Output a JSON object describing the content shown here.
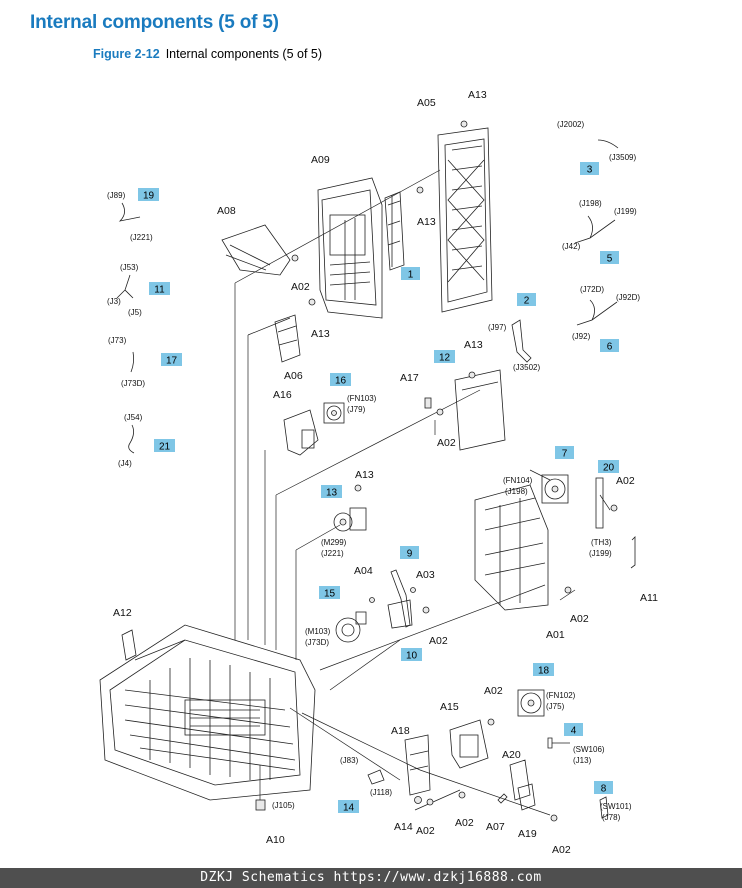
{
  "header": {
    "title": "Internal components (5 of 5)",
    "figure_number": "Figure 2-12",
    "figure_caption": "Internal components (5 of 5)"
  },
  "part_labels": {
    "a05": "A05",
    "a13_top": "A13",
    "a09": "A09",
    "a08": "A08",
    "a13_mid": "A13",
    "a02_1": "A02",
    "a13_2": "A13",
    "a06": "A06",
    "a13_3": "A13",
    "a17": "A17",
    "a02_2": "A02",
    "a16": "A16",
    "a13_4": "A13",
    "a04": "A04",
    "a03": "A03",
    "a02_3": "A02",
    "a02_4": "A02",
    "a01": "A01",
    "a02_5": "A02",
    "a11": "A11",
    "a12": "A12",
    "a10": "A10",
    "a15": "A15",
    "a02_6": "A02",
    "a18": "A18",
    "a20": "A20",
    "a14": "A14",
    "a02_7": "A02",
    "a02_8": "A02",
    "a07": "A07",
    "a19": "A19",
    "a02_9": "A02"
  },
  "connector_labels": {
    "j2002": "(J2002)",
    "j3509": "(J3509)",
    "j89": "(J89)",
    "j221_a": "(J221)",
    "j198_a": "(J198)",
    "j199_a": "(J199)",
    "j42": "(J42)",
    "j53": "(J53)",
    "j3": "(J3)",
    "j5": "(J5)",
    "j72d": "(J72D)",
    "j92d": "(J92D)",
    "j92": "(J92)",
    "j97": "(J97)",
    "j3502": "(J3502)",
    "j73": "(J73)",
    "j73d_a": "(J73D)",
    "fn103": "(FN103)",
    "j79": "(J79)",
    "j54": "(J54)",
    "j4": "(J4)",
    "fn104": "(FN104)",
    "j198_b": "(J198)",
    "th3": "(TH3)",
    "j199_b": "(J199)",
    "m299": "(M299)",
    "j221_b": "(J221)",
    "m103": "(M103)",
    "j73d_b": "(J73D)",
    "fn102": "(FN102)",
    "j75": "(J75)",
    "sw106": "(SW106)",
    "j13": "(J13)",
    "j83": "(J83)",
    "j118": "(J118)",
    "j105": "(J105)",
    "sw101": "(SW101)",
    "j78": "(J78)"
  },
  "callouts": {
    "c1": "1",
    "c2": "2",
    "c3": "3",
    "c4": "4",
    "c5": "5",
    "c6": "6",
    "c7": "7",
    "c8": "8",
    "c9": "9",
    "c10": "10",
    "c11": "11",
    "c12": "12",
    "c13": "13",
    "c14": "14",
    "c15": "15",
    "c16": "16",
    "c17": "17",
    "c18": "18",
    "c19": "19",
    "c20": "20",
    "c21": "21"
  },
  "colors": {
    "accent": "#1a7bbf",
    "callout": "#7fc6e6",
    "footer_bg": "#4f4f4f"
  },
  "footer": {
    "watermark": "DZKJ Schematics https://www.dzkj16888.com"
  }
}
